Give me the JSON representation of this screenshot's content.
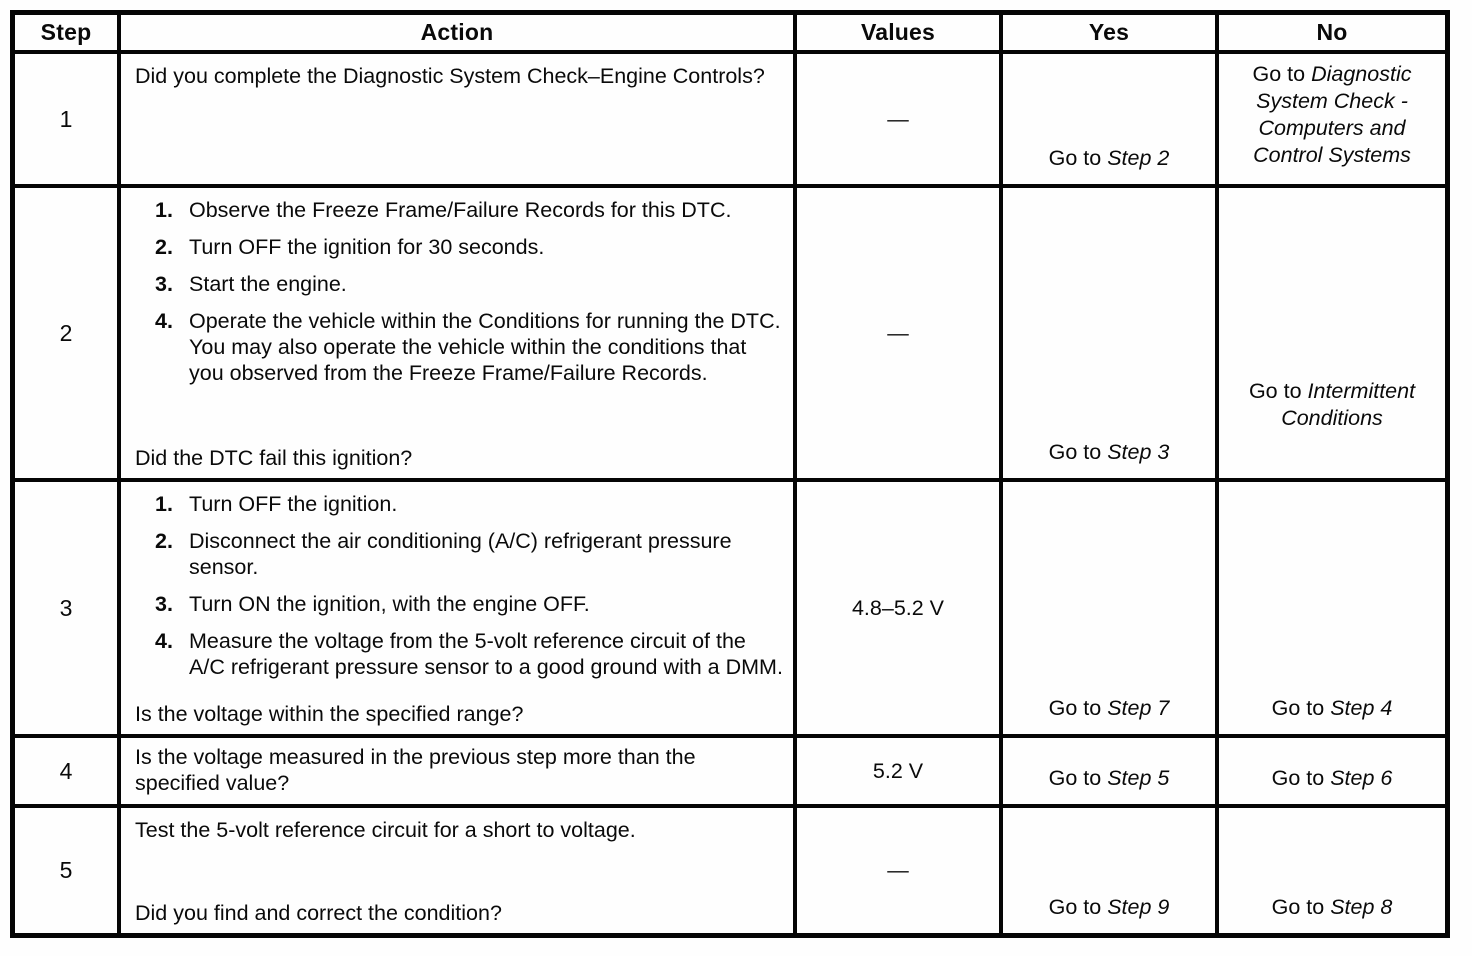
{
  "table": {
    "headers": {
      "step": "Step",
      "action": "Action",
      "values": "Values",
      "yes": "Yes",
      "no": "No"
    },
    "rows": [
      {
        "step": "1",
        "intro": "Did you complete the Diagnostic System Check–Engine Controls?",
        "values": "—",
        "yes": {
          "prefix": "Go to",
          "target": "Step 2"
        },
        "no": {
          "prefix": "Go to",
          "target": "Diagnostic System Check - Computers and Control Systems"
        }
      },
      {
        "step": "2",
        "items": [
          {
            "num": "1.",
            "text": "Observe the Freeze Frame/Failure Records for this DTC."
          },
          {
            "num": "2.",
            "text": "Turn OFF the ignition for 30 seconds."
          },
          {
            "num": "3.",
            "text": "Start the engine."
          },
          {
            "num": "4.",
            "text": "Operate the vehicle within the Conditions for running the DTC. You may also operate the vehicle within the conditions that you observed from the Freeze Frame/Failure Records."
          }
        ],
        "question": "Did the DTC fail this ignition?",
        "values": "—",
        "yes": {
          "prefix": "Go to",
          "target": "Step 3"
        },
        "no": {
          "prefix": "Go to",
          "target": "Intermittent Conditions"
        }
      },
      {
        "step": "3",
        "items": [
          {
            "num": "1.",
            "text": "Turn OFF the ignition."
          },
          {
            "num": "2.",
            "text": "Disconnect the air conditioning (A/C) refrigerant pressure sensor."
          },
          {
            "num": "3.",
            "text": "Turn ON the ignition, with the engine OFF."
          },
          {
            "num": "4.",
            "text": "Measure the voltage from the 5-volt reference circuit of the A/C refrigerant pressure sensor to a good ground with a DMM."
          }
        ],
        "question": "Is the voltage within the specified range?",
        "values": "4.8–5.2 V",
        "yes": {
          "prefix": "Go to",
          "target": "Step 7"
        },
        "no": {
          "prefix": "Go to",
          "target": "Step 4"
        }
      },
      {
        "step": "4",
        "intro": "Is the voltage measured in the previous step more than the specified value?",
        "values": "5.2 V",
        "yes": {
          "prefix": "Go to",
          "target": "Step 5"
        },
        "no": {
          "prefix": "Go to",
          "target": "Step 6"
        }
      },
      {
        "step": "5",
        "intro": "Test the 5-volt reference circuit for a short to voltage.",
        "question": "Did you find and correct the condition?",
        "values": "—",
        "yes": {
          "prefix": "Go to",
          "target": "Step 9"
        },
        "no": {
          "prefix": "Go to",
          "target": "Step 8"
        }
      }
    ]
  }
}
